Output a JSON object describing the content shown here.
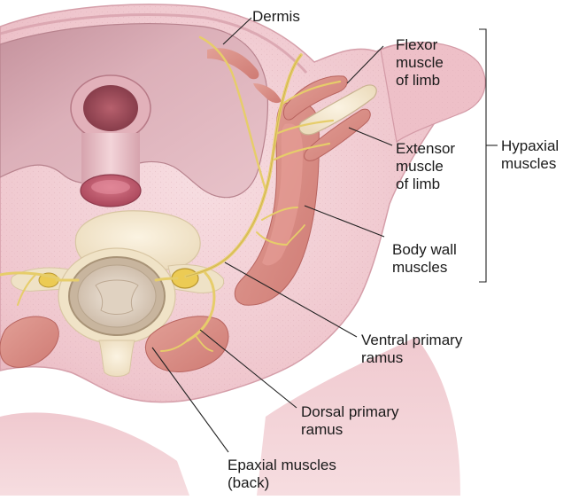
{
  "labels": {
    "dermis": "Dermis",
    "flexor": [
      "Flexor",
      "muscle",
      "of limb"
    ],
    "extensor": [
      "Extensor",
      "muscle",
      "of limb"
    ],
    "hypaxial": [
      "Hypaxial",
      "muscles"
    ],
    "body_wall": [
      "Body wall",
      "muscles"
    ],
    "ventral": [
      "Ventral primary",
      "ramus"
    ],
    "dorsal": [
      "Dorsal primary",
      "ramus"
    ],
    "epaxial": [
      "Epaxial muscles",
      "(back)"
    ]
  },
  "colors": {
    "body_outer": "#f1cdd3",
    "body_shadow": "#e2a9b3",
    "cavity": "#d9a7b1",
    "cavity_dark": "#c48b97",
    "muscle": "#dc8f86",
    "muscle_dark": "#c9736d",
    "nerve": "#e9d27a",
    "nerve_dark": "#c9ad4c",
    "bone": "#f3e7cf",
    "gut": "#c86a78",
    "tube_lumen": "#a8525f",
    "leader": "#222222"
  }
}
